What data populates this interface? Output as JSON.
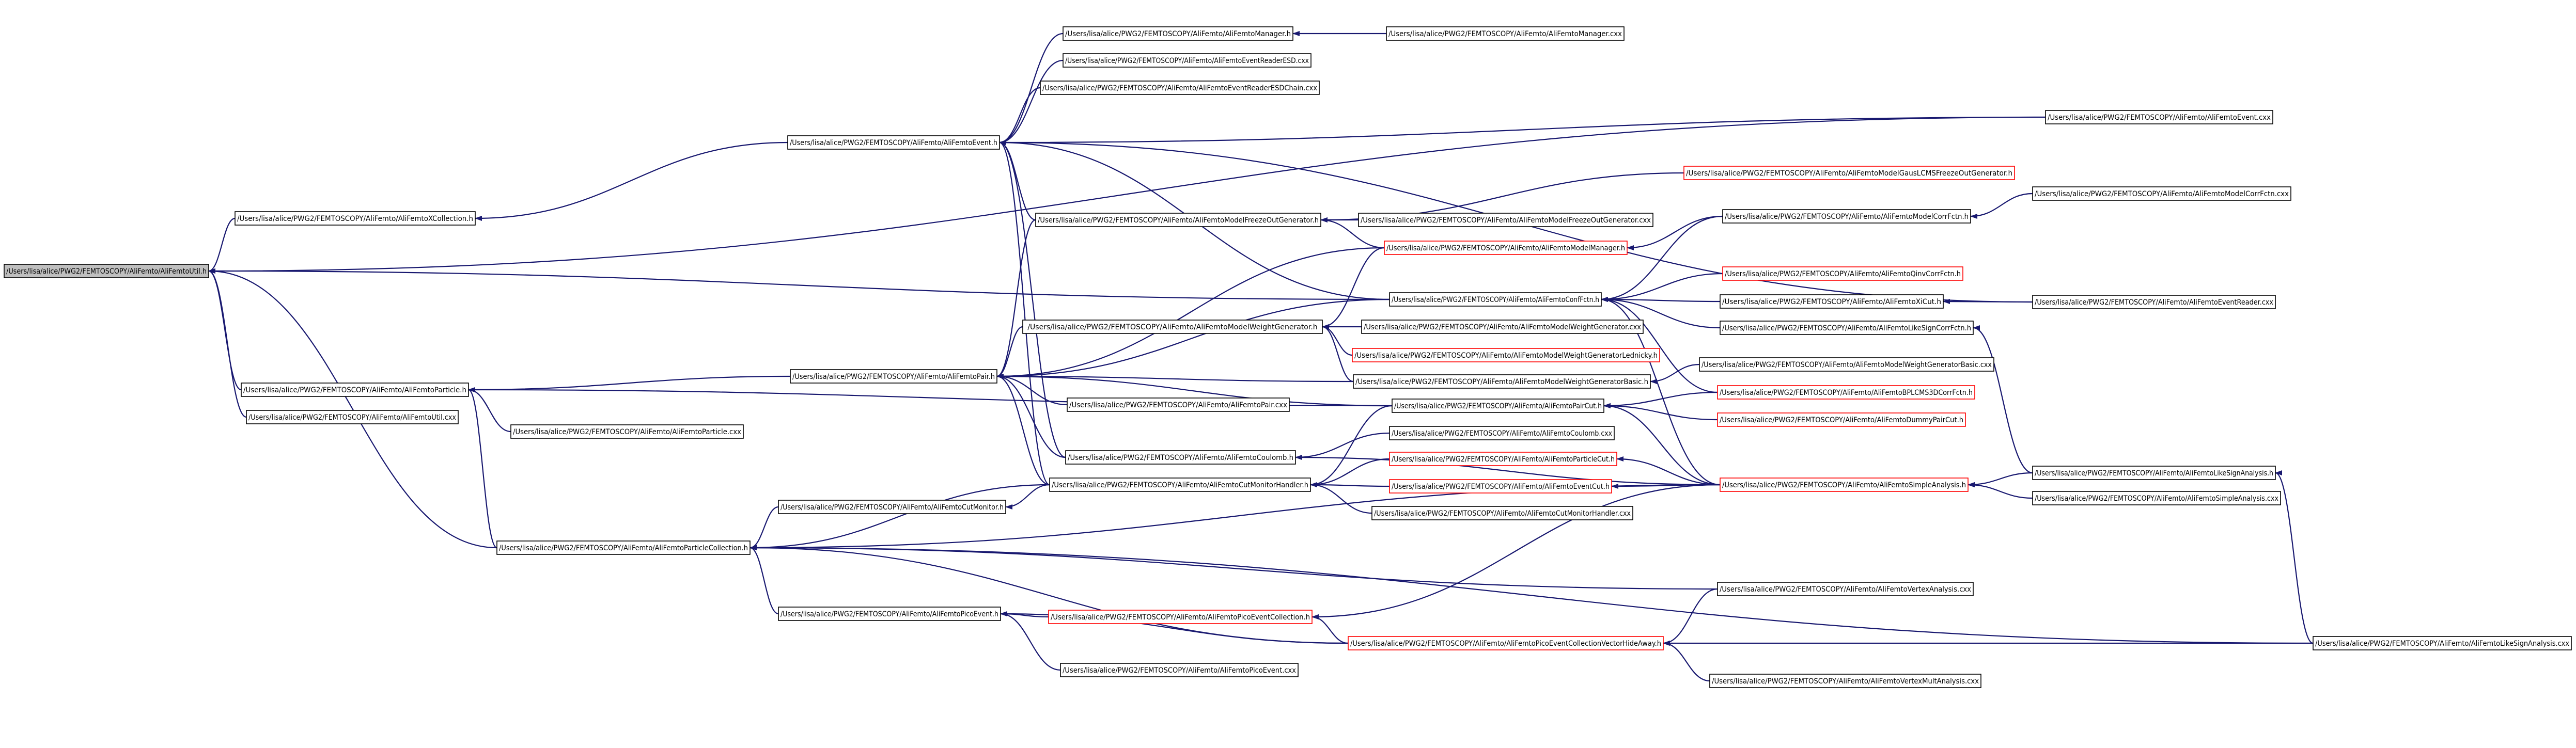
{
  "diagram": {
    "type": "include-dependency-graph",
    "colors": {
      "edge": "#191970",
      "node_border": "#000000",
      "node_border_undocumented": "#ff0000",
      "root_fill": "#bfbfbf",
      "node_fill": "#ffffff"
    },
    "nodes": [
      {
        "id": "AliFemtoUtil_h",
        "label": "/Users/lisa/alice/PWG2/FEMTOSCOPY/AliFemto/AliFemtoUtil.h",
        "style": "root"
      },
      {
        "id": "AliFemtoXCollection_h",
        "label": "/Users/lisa/alice/PWG2/FEMTOSCOPY/AliFemto/AliFemtoXCollection.h",
        "style": "normal"
      },
      {
        "id": "AliFemtoParticle_h",
        "label": "/Users/lisa/alice/PWG2/FEMTOSCOPY/AliFemto/AliFemtoParticle.h",
        "style": "normal"
      },
      {
        "id": "AliFemtoUtil_cxx",
        "label": "/Users/lisa/alice/PWG2/FEMTOSCOPY/AliFemto/AliFemtoUtil.cxx",
        "style": "normal"
      },
      {
        "id": "AliFemtoParticleCollection_h",
        "label": "/Users/lisa/alice/PWG2/FEMTOSCOPY/AliFemto/AliFemtoParticleCollection.h",
        "style": "normal"
      },
      {
        "id": "AliFemtoParticle_cxx",
        "label": "/Users/lisa/alice/PWG2/FEMTOSCOPY/AliFemto/AliFemtoParticle.cxx",
        "style": "normal"
      },
      {
        "id": "AliFemtoEvent_h",
        "label": "/Users/lisa/alice/PWG2/FEMTOSCOPY/AliFemto/AliFemtoEvent.h",
        "style": "normal"
      },
      {
        "id": "AliFemtoPair_h",
        "label": "/Users/lisa/alice/PWG2/FEMTOSCOPY/AliFemto/AliFemtoPair.h",
        "style": "normal"
      },
      {
        "id": "AliFemtoCutMonitor_h",
        "label": "/Users/lisa/alice/PWG2/FEMTOSCOPY/AliFemto/AliFemtoCutMonitor.h",
        "style": "normal"
      },
      {
        "id": "AliFemtoPicoEvent_h",
        "label": "/Users/lisa/alice/PWG2/FEMTOSCOPY/AliFemto/AliFemtoPicoEvent.h",
        "style": "normal"
      },
      {
        "id": "AliFemtoManager_h",
        "label": "/Users/lisa/alice/PWG2/FEMTOSCOPY/AliFemto/AliFemtoManager.h",
        "style": "normal"
      },
      {
        "id": "AliFemtoEventReaderESD_cxx",
        "label": "/Users/lisa/alice/PWG2/FEMTOSCOPY/AliFemto/AliFemtoEventReaderESD.cxx",
        "style": "normal"
      },
      {
        "id": "AliFemtoEventReaderESDChain_cxx",
        "label": "/Users/lisa/alice/PWG2/FEMTOSCOPY/AliFemto/AliFemtoEventReaderESDChain.cxx",
        "style": "normal"
      },
      {
        "id": "AliFemtoModelFreezeOutGenerator_h",
        "label": "/Users/lisa/alice/PWG2/FEMTOSCOPY/AliFemto/AliFemtoModelFreezeOutGenerator.h",
        "style": "normal"
      },
      {
        "id": "AliFemtoModelWeightGenerator_h",
        "label": "/Users/lisa/alice/PWG2/FEMTOSCOPY/AliFemto/AliFemtoModelWeightGenerator.h",
        "style": "normal"
      },
      {
        "id": "AliFemtoPair_cxx",
        "label": "/Users/lisa/alice/PWG2/FEMTOSCOPY/AliFemto/AliFemtoPair.cxx",
        "style": "normal"
      },
      {
        "id": "AliFemtoCoulomb_h",
        "label": "/Users/lisa/alice/PWG2/FEMTOSCOPY/AliFemto/AliFemtoCoulomb.h",
        "style": "normal"
      },
      {
        "id": "AliFemtoCutMonitorHandler_h",
        "label": "/Users/lisa/alice/PWG2/FEMTOSCOPY/AliFemto/AliFemtoCutMonitorHandler.h",
        "style": "normal"
      },
      {
        "id": "AliFemtoPicoEventCollection_h",
        "label": "/Users/lisa/alice/PWG2/FEMTOSCOPY/AliFemto/AliFemtoPicoEventCollection.h",
        "style": "missing"
      },
      {
        "id": "AliFemtoPicoEvent_cxx",
        "label": "/Users/lisa/alice/PWG2/FEMTOSCOPY/AliFemto/AliFemtoPicoEvent.cxx",
        "style": "normal"
      },
      {
        "id": "AliFemtoManager_cxx",
        "label": "/Users/lisa/alice/PWG2/FEMTOSCOPY/AliFemto/AliFemtoManager.cxx",
        "style": "normal"
      },
      {
        "id": "AliFemtoModelFreezeOutGenerator_cxx",
        "label": "/Users/lisa/alice/PWG2/FEMTOSCOPY/AliFemto/AliFemtoModelFreezeOutGenerator.cxx",
        "style": "normal"
      },
      {
        "id": "AliFemtoModelManager_h",
        "label": "/Users/lisa/alice/PWG2/FEMTOSCOPY/AliFemto/AliFemtoModelManager.h",
        "style": "missing"
      },
      {
        "id": "AliFemtoModelGausLCMSFreezeOutGenerator_h",
        "label": "/Users/lisa/alice/PWG2/FEMTOSCOPY/AliFemto/AliFemtoModelGausLCMSFreezeOutGenerator.h",
        "style": "missing"
      },
      {
        "id": "AliFemtoConfFctn_h",
        "label": "/Users/lisa/alice/PWG2/FEMTOSCOPY/AliFemto/AliFemtoConfFctn.h",
        "style": "normal"
      },
      {
        "id": "AliFemtoModelWeightGenerator_cxx",
        "label": "/Users/lisa/alice/PWG2/FEMTOSCOPY/AliFemto/AliFemtoModelWeightGenerator.cxx",
        "style": "normal"
      },
      {
        "id": "AliFemtoModelWeightGeneratorLednicky_h",
        "label": "/Users/lisa/alice/PWG2/FEMTOSCOPY/AliFemto/AliFemtoModelWeightGeneratorLednicky.h",
        "style": "missing"
      },
      {
        "id": "AliFemtoModelWeightGeneratorBasic_h",
        "label": "/Users/lisa/alice/PWG2/FEMTOSCOPY/AliFemto/AliFemtoModelWeightGeneratorBasic.h",
        "style": "normal"
      },
      {
        "id": "AliFemtoPairCut_h",
        "label": "/Users/lisa/alice/PWG2/FEMTOSCOPY/AliFemto/AliFemtoPairCut.h",
        "style": "normal"
      },
      {
        "id": "AliFemtoCoulomb_cxx",
        "label": "/Users/lisa/alice/PWG2/FEMTOSCOPY/AliFemto/AliFemtoCoulomb.cxx",
        "style": "normal"
      },
      {
        "id": "AliFemtoParticleCut_h",
        "label": "/Users/lisa/alice/PWG2/FEMTOSCOPY/AliFemto/AliFemtoParticleCut.h",
        "style": "missing"
      },
      {
        "id": "AliFemtoEventCut_h",
        "label": "/Users/lisa/alice/PWG2/FEMTOSCOPY/AliFemto/AliFemtoEventCut.h",
        "style": "missing"
      },
      {
        "id": "AliFemtoCutMonitorHandler_cxx",
        "label": "/Users/lisa/alice/PWG2/FEMTOSCOPY/AliFemto/AliFemtoCutMonitorHandler.cxx",
        "style": "normal"
      },
      {
        "id": "AliFemtoPicoEventCollectionVectorHideAway_h",
        "label": "/Users/lisa/alice/PWG2/FEMTOSCOPY/AliFemto/AliFemtoPicoEventCollectionVectorHideAway.h",
        "style": "missing"
      },
      {
        "id": "AliFemtoEvent_cxx",
        "label": "/Users/lisa/alice/PWG2/FEMTOSCOPY/AliFemto/AliFemtoEvent.cxx",
        "style": "normal"
      },
      {
        "id": "AliFemtoModelCorrFctn_h",
        "label": "/Users/lisa/alice/PWG2/FEMTOSCOPY/AliFemto/AliFemtoModelCorrFctn.h",
        "style": "normal"
      },
      {
        "id": "AliFemtoQinvCorrFctn_h",
        "label": "/Users/lisa/alice/PWG2/FEMTOSCOPY/AliFemto/AliFemtoQinvCorrFctn.h",
        "style": "missing"
      },
      {
        "id": "AliFemtoXiCut_h",
        "label": "/Users/lisa/alice/PWG2/FEMTOSCOPY/AliFemto/AliFemtoXiCut.h",
        "style": "normal"
      },
      {
        "id": "AliFemtoLikeSignCorrFctn_h",
        "label": "/Users/lisa/alice/PWG2/FEMTOSCOPY/AliFemto/AliFemtoLikeSignCorrFctn.h",
        "style": "normal"
      },
      {
        "id": "AliFemtoModelWeightGeneratorBasic_cxx",
        "label": "/Users/lisa/alice/PWG2/FEMTOSCOPY/AliFemto/AliFemtoModelWeightGeneratorBasic.cxx",
        "style": "normal"
      },
      {
        "id": "AliFemtoBPLCMS3DCorrFctn_h",
        "label": "/Users/lisa/alice/PWG2/FEMTOSCOPY/AliFemto/AliFemtoBPLCMS3DCorrFctn.h",
        "style": "missing"
      },
      {
        "id": "AliFemtoDummyPairCut_h",
        "label": "/Users/lisa/alice/PWG2/FEMTOSCOPY/AliFemto/AliFemtoDummyPairCut.h",
        "style": "missing"
      },
      {
        "id": "AliFemtoSimpleAnalysis_h",
        "label": "/Users/lisa/alice/PWG2/FEMTOSCOPY/AliFemto/AliFemtoSimpleAnalysis.h",
        "style": "missing"
      },
      {
        "id": "AliFemtoVertexAnalysis_cxx",
        "label": "/Users/lisa/alice/PWG2/FEMTOSCOPY/AliFemto/AliFemtoVertexAnalysis.cxx",
        "style": "normal"
      },
      {
        "id": "AliFemtoVertexMultAnalysis_cxx",
        "label": "/Users/lisa/alice/PWG2/FEMTOSCOPY/AliFemto/AliFemtoVertexMultAnalysis.cxx",
        "style": "normal"
      },
      {
        "id": "AliFemtoModelCorrFctn_cxx",
        "label": "/Users/lisa/alice/PWG2/FEMTOSCOPY/AliFemto/AliFemtoModelCorrFctn.cxx",
        "style": "normal"
      },
      {
        "id": "AliFemtoEventReader_cxx",
        "label": "/Users/lisa/alice/PWG2/FEMTOSCOPY/AliFemto/AliFemtoEventReader.cxx",
        "style": "normal"
      },
      {
        "id": "AliFemtoLikeSignAnalysis_h",
        "label": "/Users/lisa/alice/PWG2/FEMTOSCOPY/AliFemto/AliFemtoLikeSignAnalysis.h",
        "style": "normal"
      },
      {
        "id": "AliFemtoSimpleAnalysis_cxx",
        "label": "/Users/lisa/alice/PWG2/FEMTOSCOPY/AliFemto/AliFemtoSimpleAnalysis.cxx",
        "style": "normal"
      },
      {
        "id": "AliFemtoLikeSignAnalysis_cxx",
        "label": "/Users/lisa/alice/PWG2/FEMTOSCOPY/AliFemto/AliFemtoLikeSignAnalysis.cxx",
        "style": "normal"
      }
    ],
    "edges": [
      [
        "AliFemtoXCollection_h",
        "AliFemtoUtil_h"
      ],
      [
        "AliFemtoParticle_h",
        "AliFemtoUtil_h"
      ],
      [
        "AliFemtoUtil_cxx",
        "AliFemtoUtil_h"
      ],
      [
        "AliFemtoParticleCollection_h",
        "AliFemtoUtil_h"
      ],
      [
        "AliFemtoConfFctn_h",
        "AliFemtoUtil_h"
      ],
      [
        "AliFemtoEvent_cxx",
        "AliFemtoUtil_h"
      ],
      [
        "AliFemtoEvent_h",
        "AliFemtoXCollection_h"
      ],
      [
        "AliFemtoParticleCollection_h",
        "AliFemtoParticle_h"
      ],
      [
        "AliFemtoParticle_cxx",
        "AliFemtoParticle_h"
      ],
      [
        "AliFemtoPair_h",
        "AliFemtoParticle_h"
      ],
      [
        "AliFemtoPairCut_h",
        "AliFemtoParticle_h"
      ],
      [
        "AliFemtoCutMonitor_h",
        "AliFemtoParticleCollection_h"
      ],
      [
        "AliFemtoPicoEvent_h",
        "AliFemtoParticleCollection_h"
      ],
      [
        "AliFemtoCutMonitorHandler_h",
        "AliFemtoParticleCollection_h"
      ],
      [
        "AliFemtoVertexAnalysis_cxx",
        "AliFemtoParticleCollection_h"
      ],
      [
        "AliFemtoSimpleAnalysis_h",
        "AliFemtoParticleCollection_h"
      ],
      [
        "AliFemtoPicoEventCollectionVectorHideAway_h",
        "AliFemtoParticleCollection_h"
      ],
      [
        "AliFemtoLikeSignAnalysis_cxx",
        "AliFemtoParticleCollection_h"
      ],
      [
        "AliFemtoManager_h",
        "AliFemtoEvent_h"
      ],
      [
        "AliFemtoEventReaderESD_cxx",
        "AliFemtoEvent_h"
      ],
      [
        "AliFemtoEventReaderESDChain_cxx",
        "AliFemtoEvent_h"
      ],
      [
        "AliFemtoEvent_cxx",
        "AliFemtoEvent_h"
      ],
      [
        "AliFemtoModelFreezeOutGenerator_h",
        "AliFemtoEvent_h"
      ],
      [
        "AliFemtoCoulomb_h",
        "AliFemtoEvent_h"
      ],
      [
        "AliFemtoConfFctn_h",
        "AliFemtoEvent_h"
      ],
      [
        "AliFemtoCutMonitorHandler_h",
        "AliFemtoEvent_h"
      ],
      [
        "AliFemtoEventReader_cxx",
        "AliFemtoEvent_h"
      ],
      [
        "AliFemtoModelFreezeOutGenerator_h",
        "AliFemtoPair_h"
      ],
      [
        "AliFemtoModelWeightGenerator_h",
        "AliFemtoPair_h"
      ],
      [
        "AliFemtoPair_cxx",
        "AliFemtoPair_h"
      ],
      [
        "AliFemtoCoulomb_h",
        "AliFemtoPair_h"
      ],
      [
        "AliFemtoCutMonitorHandler_h",
        "AliFemtoPair_h"
      ],
      [
        "AliFemtoPairCut_h",
        "AliFemtoPair_h"
      ],
      [
        "AliFemtoConfFctn_h",
        "AliFemtoPair_h"
      ],
      [
        "AliFemtoModelManager_h",
        "AliFemtoPair_h"
      ],
      [
        "AliFemtoModelWeightGeneratorBasic_h",
        "AliFemtoPair_h"
      ],
      [
        "AliFemtoCutMonitorHandler_h",
        "AliFemtoCutMonitor_h"
      ],
      [
        "AliFemtoPicoEventCollection_h",
        "AliFemtoPicoEvent_h"
      ],
      [
        "AliFemtoPicoEvent_cxx",
        "AliFemtoPicoEvent_h"
      ],
      [
        "AliFemtoPicoEventCollectionVectorHideAway_h",
        "AliFemtoPicoEvent_h"
      ],
      [
        "AliFemtoManager_cxx",
        "AliFemtoManager_h"
      ],
      [
        "AliFemtoModelFreezeOutGenerator_cxx",
        "AliFemtoModelFreezeOutGenerator_h"
      ],
      [
        "AliFemtoModelManager_h",
        "AliFemtoModelFreezeOutGenerator_h"
      ],
      [
        "AliFemtoModelGausLCMSFreezeOutGenerator_h",
        "AliFemtoModelFreezeOutGenerator_h"
      ],
      [
        "AliFemtoModelWeightGenerator_cxx",
        "AliFemtoModelWeightGenerator_h"
      ],
      [
        "AliFemtoModelWeightGeneratorLednicky_h",
        "AliFemtoModelWeightGenerator_h"
      ],
      [
        "AliFemtoModelWeightGeneratorBasic_h",
        "AliFemtoModelWeightGenerator_h"
      ],
      [
        "AliFemtoModelManager_h",
        "AliFemtoModelWeightGenerator_h"
      ],
      [
        "AliFemtoCoulomb_cxx",
        "AliFemtoCoulomb_h"
      ],
      [
        "AliFemtoSimpleAnalysis_h",
        "AliFemtoCoulomb_h"
      ],
      [
        "AliFemtoParticleCut_h",
        "AliFemtoCutMonitorHandler_h"
      ],
      [
        "AliFemtoEventCut_h",
        "AliFemtoCutMonitorHandler_h"
      ],
      [
        "AliFemtoPairCut_h",
        "AliFemtoCutMonitorHandler_h"
      ],
      [
        "AliFemtoCutMonitorHandler_cxx",
        "AliFemtoCutMonitorHandler_h"
      ],
      [
        "AliFemtoPicoEventCollectionVectorHideAway_h",
        "AliFemtoPicoEventCollection_h"
      ],
      [
        "AliFemtoSimpleAnalysis_h",
        "AliFemtoPicoEventCollection_h"
      ],
      [
        "AliFemtoModelCorrFctn_h",
        "AliFemtoModelManager_h"
      ],
      [
        "AliFemtoModelCorrFctn_h",
        "AliFemtoConfFctn_h"
      ],
      [
        "AliFemtoQinvCorrFctn_h",
        "AliFemtoConfFctn_h"
      ],
      [
        "AliFemtoXiCut_h",
        "AliFemtoConfFctn_h"
      ],
      [
        "AliFemtoLikeSignCorrFctn_h",
        "AliFemtoConfFctn_h"
      ],
      [
        "AliFemtoBPLCMS3DCorrFctn_h",
        "AliFemtoConfFctn_h"
      ],
      [
        "AliFemtoSimpleAnalysis_h",
        "AliFemtoConfFctn_h"
      ],
      [
        "AliFemtoModelWeightGeneratorBasic_cxx",
        "AliFemtoModelWeightGeneratorBasic_h"
      ],
      [
        "AliFemtoBPLCMS3DCorrFctn_h",
        "AliFemtoPairCut_h"
      ],
      [
        "AliFemtoDummyPairCut_h",
        "AliFemtoPairCut_h"
      ],
      [
        "AliFemtoSimpleAnalysis_h",
        "AliFemtoPairCut_h"
      ],
      [
        "AliFemtoSimpleAnalysis_h",
        "AliFemtoParticleCut_h"
      ],
      [
        "AliFemtoSimpleAnalysis_h",
        "AliFemtoEventCut_h"
      ],
      [
        "AliFemtoVertexAnalysis_cxx",
        "AliFemtoPicoEventCollectionVectorHideAway_h"
      ],
      [
        "AliFemtoVertexMultAnalysis_cxx",
        "AliFemtoPicoEventCollectionVectorHideAway_h"
      ],
      [
        "AliFemtoLikeSignAnalysis_cxx",
        "AliFemtoPicoEventCollectionVectorHideAway_h"
      ],
      [
        "AliFemtoModelCorrFctn_cxx",
        "AliFemtoModelCorrFctn_h"
      ],
      [
        "AliFemtoEventReader_cxx",
        "AliFemtoXiCut_h"
      ],
      [
        "AliFemtoLikeSignAnalysis_h",
        "AliFemtoSimpleAnalysis_h"
      ],
      [
        "AliFemtoSimpleAnalysis_cxx",
        "AliFemtoSimpleAnalysis_h"
      ],
      [
        "AliFemtoLikeSignAnalysis_h",
        "AliFemtoLikeSignCorrFctn_h"
      ],
      [
        "AliFemtoLikeSignAnalysis_cxx",
        "AliFemtoLikeSignAnalysis_h"
      ]
    ]
  }
}
